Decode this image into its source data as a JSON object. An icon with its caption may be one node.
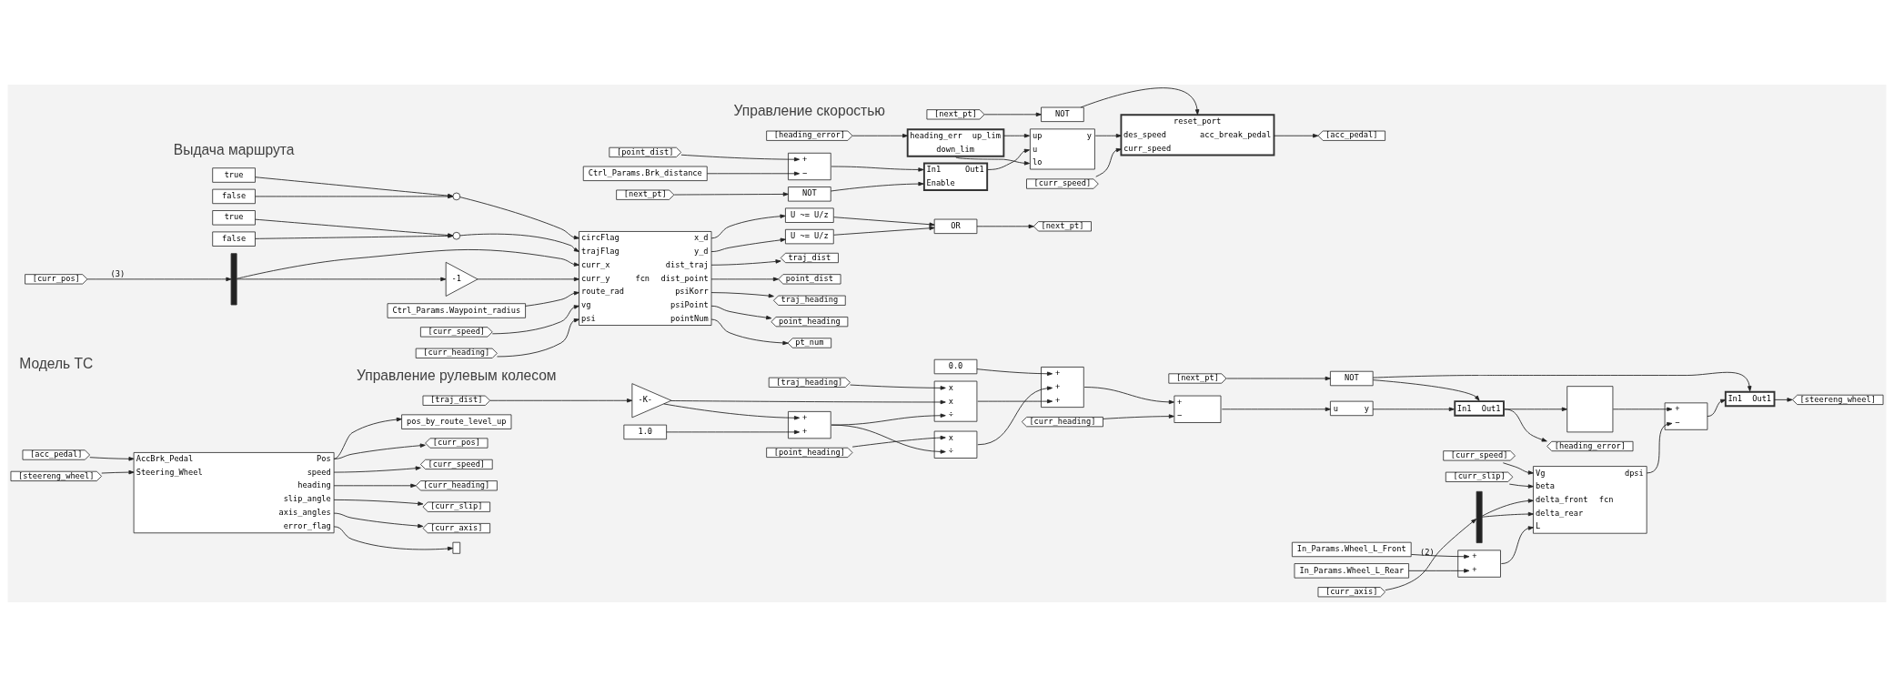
{
  "diagram": {
    "nodes": [
      {
        "text": [
          "true"
        ]
      },
      {
        "text": [
          "false"
        ]
      },
      {
        "text": [
          "true"
        ]
      },
      {
        "text": [
          "false"
        ]
      },
      {
        "text": [],
        "shape": "switch"
      },
      {
        "text": [],
        "shape": "switch"
      },
      {
        "text": [
          "[curr_pos]"
        ]
      },
      {
        "text": [],
        "shape": "bar"
      },
      {
        "text": [
          "-1"
        ]
      },
      {
        "text": [
          "Ctrl_Params.Waypoint_radius"
        ]
      },
      {
        "text": [
          "[curr_speed]"
        ]
      },
      {
        "text": [
          "[curr_heading]"
        ]
      },
      {
        "text": [
          "circFlag",
          "trajFlag",
          "curr_x",
          "curr_y",
          "route_rad",
          "vg",
          "psi",
          "fcn",
          "x_d",
          "y_d",
          "dist_traj",
          "dist_point",
          "psiKorr",
          "psiPoint",
          "pointNum"
        ]
      },
      {
        "text": [
          "U ~= U/z"
        ]
      },
      {
        "text": [
          "U ~= U/z"
        ]
      },
      {
        "text": [
          "OR"
        ]
      },
      {
        "text": [
          "[next_pt]"
        ]
      },
      {
        "text": [
          "traj_dist"
        ]
      },
      {
        "text": [
          "point_dist"
        ]
      },
      {
        "text": [
          "traj_heading"
        ]
      },
      {
        "text": [
          "point_heading"
        ]
      },
      {
        "text": [
          "pt_num"
        ]
      },
      {
        "text": [
          "[acc_pedal]"
        ]
      },
      {
        "text": [
          "[steereng_wheel]"
        ]
      },
      {
        "text": [
          "AccBrk_Pedal",
          "Steering_Wheel",
          "Pos",
          "speed",
          "heading",
          "slip_angle",
          "axis_angles",
          "error_flag"
        ]
      },
      {
        "text": [
          "pos_by_route_level_up"
        ]
      },
      {
        "text": [
          "[curr_pos]"
        ]
      },
      {
        "text": [
          "[curr_speed]"
        ]
      },
      {
        "text": [
          "[curr_heading]"
        ]
      },
      {
        "text": [
          "[curr_slip]"
        ]
      },
      {
        "text": [
          "[curr_axis]"
        ]
      },
      {
        "text": [],
        "shape": "bracket"
      },
      {
        "text": [
          "[heading_error]"
        ]
      },
      {
        "text": [
          "heading_err",
          "up_lim",
          "down_lim"
        ]
      },
      {
        "text": [
          "[next_pt]"
        ]
      },
      {
        "text": [
          "NOT"
        ]
      },
      {
        "text": [
          "[point_dist]"
        ]
      },
      {
        "text": [
          "Ctrl_Params.Brk_distance"
        ]
      },
      {
        "text": [
          "+",
          "−"
        ]
      },
      {
        "text": [
          "In1",
          "Out1",
          "Enable"
        ]
      },
      {
        "text": [
          "up",
          "u",
          "lo",
          "y"
        ]
      },
      {
        "text": [
          "reset_port",
          "des_speed",
          "curr_speed",
          "acc_break_pedal"
        ]
      },
      {
        "text": [
          "[acc_pedal]"
        ]
      },
      {
        "text": [
          "[next_pt]"
        ]
      },
      {
        "text": [
          "NOT"
        ]
      },
      {
        "text": [
          "[curr_speed]"
        ]
      },
      {
        "text": [
          "[traj_dist]"
        ]
      },
      {
        "text": [
          "1.0"
        ]
      },
      {
        "text": [
          "-K-"
        ]
      },
      {
        "text": [
          "+",
          "+"
        ]
      },
      {
        "text": [
          "[point_heading]"
        ]
      },
      {
        "text": [
          "x",
          "÷"
        ]
      },
      {
        "text": [
          "[traj_heading]"
        ]
      },
      {
        "text": [
          "x",
          "x",
          "÷"
        ]
      },
      {
        "text": [
          "0.0"
        ]
      },
      {
        "text": [
          "+",
          "+",
          "+"
        ]
      },
      {
        "text": [
          "[curr_heading]"
        ]
      },
      {
        "text": [
          "+",
          "−"
        ]
      },
      {
        "text": [
          "u",
          "y"
        ]
      },
      {
        "text": [
          "[next_pt]"
        ]
      },
      {
        "text": [
          "NOT"
        ]
      },
      {
        "text": [
          "In1",
          "Out1"
        ]
      },
      {
        "text": [],
        "shape": "box"
      },
      {
        "text": [
          "[heading_error]"
        ]
      },
      {
        "text": [
          "[curr_speed]"
        ]
      },
      {
        "text": [
          "[curr_slip]"
        ]
      },
      {
        "text": [
          "[curr_axis]"
        ]
      },
      {
        "text": [],
        "shape": "bar"
      },
      {
        "text": [
          "In_Params.Wheel_L_Front"
        ]
      },
      {
        "text": [
          "In_Params.Wheel_L_Rear"
        ]
      },
      {
        "text": [
          "+",
          "+"
        ]
      },
      {
        "text": [
          "Vg",
          "beta",
          "delta_front",
          "delta_rear",
          "L",
          "fcn",
          "dpsi"
        ]
      },
      {
        "text": [
          "+",
          "−"
        ]
      },
      {
        "text": [
          "In1",
          "Out1"
        ]
      },
      {
        "text": [
          "[steereng_wheel]"
        ]
      }
    ],
    "edges": [
      {
        "from": 0,
        "to": 4,
        "arrow": "to"
      },
      {
        "from": 1,
        "to": 4,
        "arrow": "to"
      },
      {
        "from": 4,
        "to": 12,
        "arrow": "to"
      },
      {
        "from": 2,
        "to": 5,
        "arrow": "to"
      },
      {
        "from": 3,
        "to": 5,
        "arrow": "to"
      },
      {
        "from": 5,
        "to": 12,
        "arrow": "to"
      },
      {
        "from": 6,
        "to": 7,
        "arrow": "to",
        "label": "(3)"
      },
      {
        "from": 7,
        "to": 12,
        "arrow": "to"
      },
      {
        "from": 7,
        "to": 8,
        "arrow": "to"
      },
      {
        "from": 8,
        "to": 12,
        "arrow": "to"
      },
      {
        "from": 9,
        "to": 12,
        "arrow": "to"
      },
      {
        "from": 10,
        "to": 12,
        "arrow": "to"
      },
      {
        "from": 11,
        "to": 12,
        "arrow": "to"
      },
      {
        "from": 12,
        "to": 13,
        "arrow": "to"
      },
      {
        "from": 12,
        "to": 14,
        "arrow": "to"
      },
      {
        "from": 13,
        "to": 15,
        "arrow": "to"
      },
      {
        "from": 14,
        "to": 15,
        "arrow": "to"
      },
      {
        "from": 15,
        "to": 16,
        "arrow": "to"
      },
      {
        "from": 12,
        "to": 17,
        "arrow": "to"
      },
      {
        "from": 12,
        "to": 18,
        "arrow": "to"
      },
      {
        "from": 12,
        "to": 19,
        "arrow": "to"
      },
      {
        "from": 12,
        "to": 20,
        "arrow": "to"
      },
      {
        "from": 12,
        "to": 21,
        "arrow": "to"
      },
      {
        "from": 22,
        "to": 24,
        "arrow": "to"
      },
      {
        "from": 23,
        "to": 24,
        "arrow": "to"
      },
      {
        "from": 24,
        "to": 25,
        "arrow": "to"
      },
      {
        "from": 24,
        "to": 26,
        "arrow": "to"
      },
      {
        "from": 24,
        "to": 27,
        "arrow": "to"
      },
      {
        "from": 24,
        "to": 28,
        "arrow": "to"
      },
      {
        "from": 24,
        "to": 29,
        "arrow": "to"
      },
      {
        "from": 24,
        "to": 30,
        "arrow": "to"
      },
      {
        "from": 24,
        "to": 31,
        "arrow": "to"
      },
      {
        "from": 32,
        "to": 33,
        "arrow": "to"
      },
      {
        "from": 34,
        "to": 35,
        "arrow": "to"
      },
      {
        "from": 35,
        "to": 41,
        "arrow": "to"
      },
      {
        "from": 33,
        "to": 40,
        "arrow": "to"
      },
      {
        "from": 33,
        "to": 40,
        "arrow": "to"
      },
      {
        "from": 36,
        "to": 38,
        "arrow": "to"
      },
      {
        "from": 37,
        "to": 38,
        "arrow": "to"
      },
      {
        "from": 38,
        "to": 39,
        "arrow": "to"
      },
      {
        "from": 43,
        "to": 44,
        "arrow": "to"
      },
      {
        "from": 44,
        "to": 39,
        "arrow": "to"
      },
      {
        "from": 39,
        "to": 40,
        "arrow": "to"
      },
      {
        "from": 40,
        "to": 41,
        "arrow": "to"
      },
      {
        "from": 45,
        "to": 41,
        "arrow": "to"
      },
      {
        "from": 41,
        "to": 42,
        "arrow": "to"
      },
      {
        "from": 46,
        "to": 48,
        "arrow": "to"
      },
      {
        "from": 48,
        "to": 49,
        "arrow": "to"
      },
      {
        "from": 47,
        "to": 49,
        "arrow": "to"
      },
      {
        "from": 48,
        "to": 53,
        "arrow": "to"
      },
      {
        "from": 49,
        "to": 51,
        "arrow": "to"
      },
      {
        "from": 49,
        "to": 53,
        "arrow": "to"
      },
      {
        "from": 50,
        "to": 51,
        "arrow": "to"
      },
      {
        "from": 52,
        "to": 53,
        "arrow": "to"
      },
      {
        "from": 54,
        "to": 55,
        "arrow": "to"
      },
      {
        "from": 51,
        "to": 55,
        "arrow": "to"
      },
      {
        "from": 53,
        "to": 55,
        "arrow": "to"
      },
      {
        "from": 55,
        "to": 57,
        "arrow": "to"
      },
      {
        "from": 56,
        "to": 57,
        "arrow": "to"
      },
      {
        "from": 57,
        "to": 58,
        "arrow": "to"
      },
      {
        "from": 58,
        "to": 61,
        "arrow": "to"
      },
      {
        "from": 59,
        "to": 60,
        "arrow": "to"
      },
      {
        "from": 60,
        "to": 61,
        "arrow": "to"
      },
      {
        "from": 60,
        "to": 73,
        "arrow": "to"
      },
      {
        "from": 61,
        "to": 62,
        "arrow": "to"
      },
      {
        "from": 61,
        "to": 63,
        "arrow": "to"
      },
      {
        "from": 62,
        "to": 72,
        "arrow": "to"
      },
      {
        "from": 71,
        "to": 72,
        "arrow": "to"
      },
      {
        "from": 72,
        "to": 73,
        "arrow": "to"
      },
      {
        "from": 73,
        "to": 74,
        "arrow": "to"
      },
      {
        "from": 64,
        "to": 71,
        "arrow": "to"
      },
      {
        "from": 65,
        "to": 71,
        "arrow": "to"
      },
      {
        "from": 66,
        "to": 67,
        "arrow": "to",
        "label": "(2)"
      },
      {
        "from": 67,
        "to": 71,
        "arrow": "to"
      },
      {
        "from": 67,
        "to": 71,
        "arrow": "to"
      },
      {
        "from": 68,
        "to": 70,
        "arrow": "to"
      },
      {
        "from": 69,
        "to": 70,
        "arrow": "to"
      },
      {
        "from": 70,
        "to": 71,
        "arrow": "to"
      }
    ],
    "labels": [
      "Выдача маршрута",
      "Модель ТС",
      "Управление скоростью",
      "Управление рулевым колесом"
    ]
  }
}
